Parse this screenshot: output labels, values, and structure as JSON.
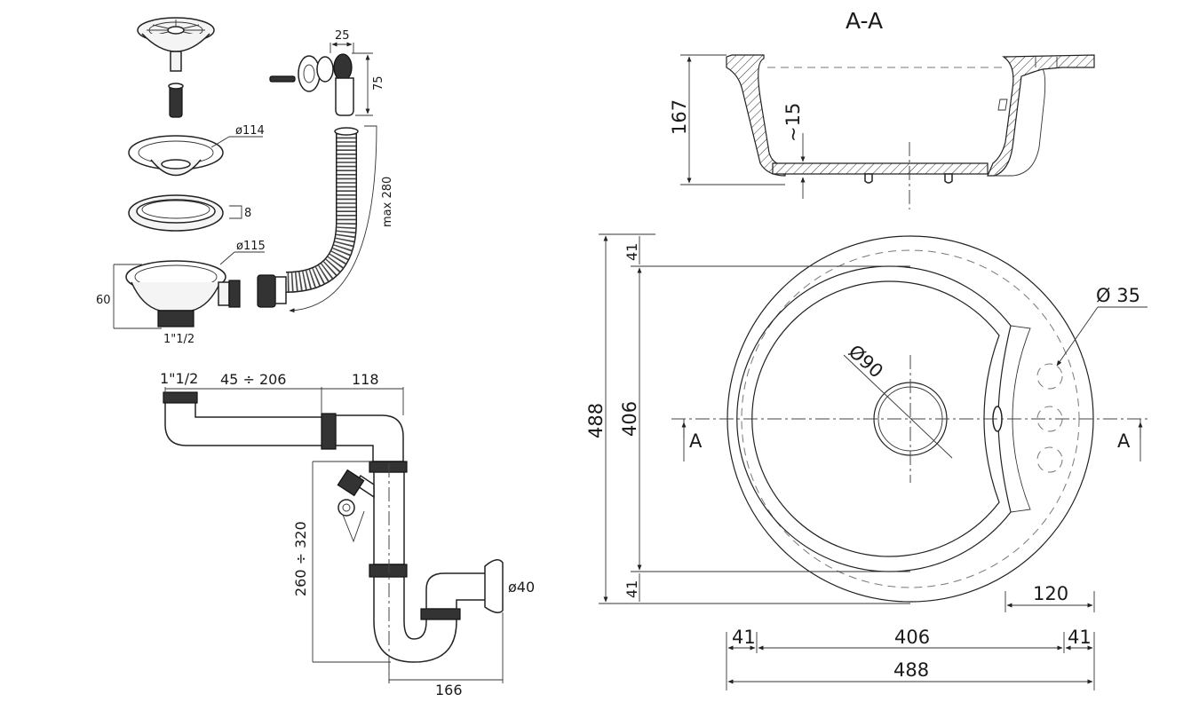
{
  "drawing": {
    "section_title": "A-A",
    "section_mark_left": "A",
    "section_mark_right": "A"
  },
  "exploded_kit": {
    "overflow_width": "25",
    "overflow_height": "75",
    "hose_length": "max 280",
    "ring_diameter": "ø114",
    "gasket_thickness": "8",
    "body_diameter": "ø115",
    "body_height": "60",
    "body_thread": "1\"1/2"
  },
  "siphon": {
    "inlet_thread": "1\"1/2",
    "horizontal_range": "45 ÷ 206",
    "offset": "118",
    "height_range": "260 ÷ 320",
    "outlet_diameter": "ø40",
    "width": "166"
  },
  "section_view": {
    "depth": "167",
    "wall": "~15"
  },
  "plan_view": {
    "outer_height": "488",
    "inner_height": "406",
    "rim_top": "41",
    "rim_bottom": "41",
    "drain_diameter": "Ø90",
    "tap_hole_diameter": "Ø 35",
    "tap_zone_width": "120",
    "rim_left": "41",
    "inner_width": "406",
    "rim_right": "41",
    "outer_width": "488"
  }
}
